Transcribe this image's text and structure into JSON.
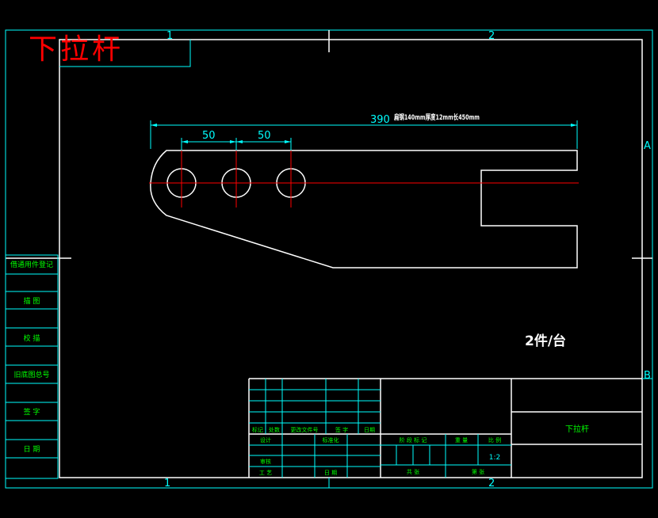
{
  "title_mark": "下拉杆",
  "zone_labels": {
    "top_1": "1",
    "top_2": "2",
    "bottom_1": "1",
    "bottom_2": "2",
    "right_a": "A",
    "right_b": "B"
  },
  "dimensions": {
    "spacing_1": "50",
    "spacing_2": "50",
    "overall": "390",
    "material_note": "扁钢140mm厚度12mm长450mm"
  },
  "quantity_note": "2件/台",
  "left_margin_labels": [
    "借通用件登记",
    "描 图",
    "校 描",
    "旧底图总号",
    "签 字",
    "日 期"
  ],
  "title_block": {
    "part_name": "下拉杆",
    "scale": "1:2",
    "row_labels": [
      "标记",
      "处数",
      "更改文件号",
      "签 字",
      "日期"
    ],
    "role_labels": [
      "设计",
      "标准化",
      "审核",
      "工 艺",
      "日 期"
    ],
    "stage_header": [
      "阶 段 标 记",
      "重 量",
      "比 例"
    ],
    "sheet_labels": [
      "共 张",
      "第 张"
    ]
  },
  "colors": {
    "frame": "#ffffff",
    "border": "#00ffff",
    "dimension": "#00ffff",
    "centerline": "#ff0000",
    "title_text": "#ff0000",
    "grid_text": "#00ff00"
  }
}
